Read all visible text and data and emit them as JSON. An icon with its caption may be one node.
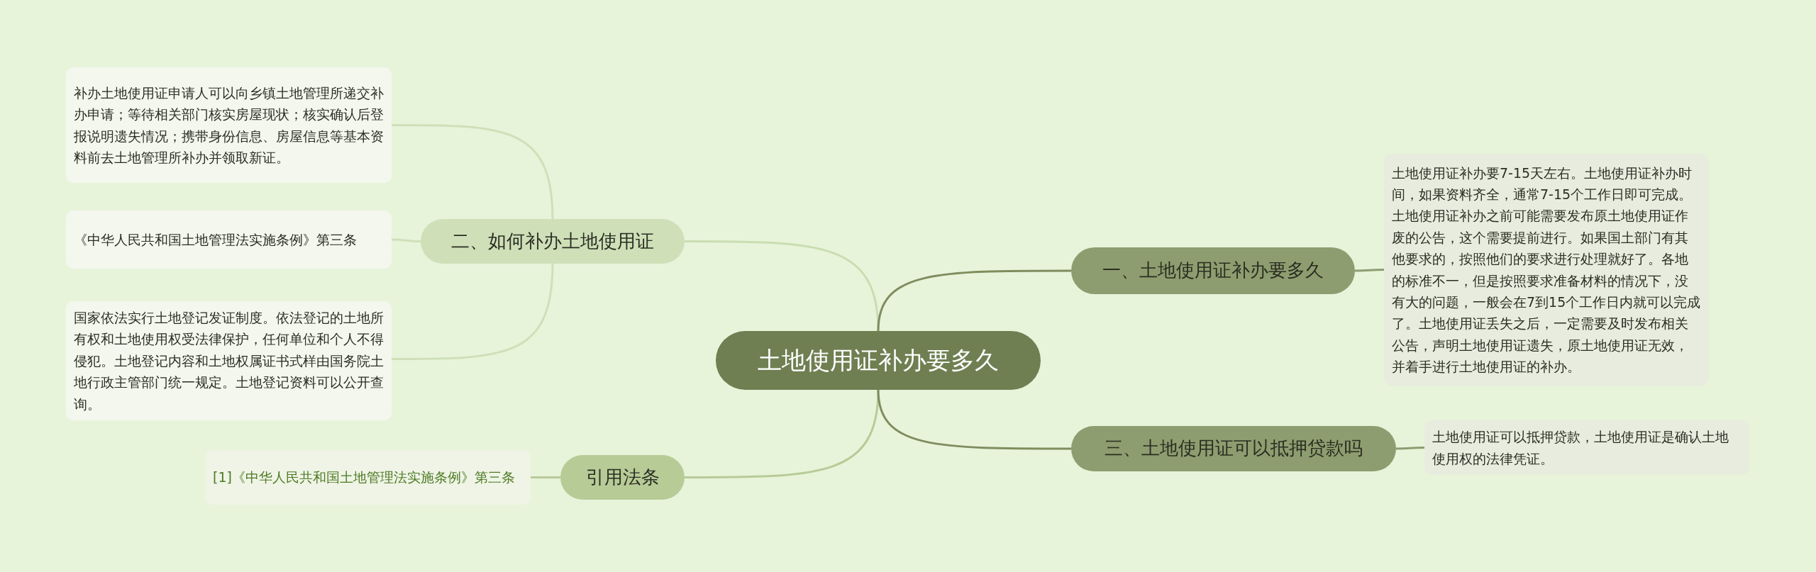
{
  "diagram": {
    "nodes": [
      {
        "text": [
          "土地使用证补办要多久"
        ]
      },
      {
        "text": [
          "二、如何补办土地使用证"
        ]
      },
      {
        "text": [
          "补办土地使用证申请人可以向乡镇土地管理所递交补办申请；等待相关部门核实房屋现状；核实确认后登报说明遗失情况；携带身份信息、房屋信息等基本资料前去土地管理所补办并领取新证。"
        ]
      },
      {
        "text": [
          "《中华人民共和国土地管理法实施条例》第三条"
        ]
      },
      {
        "text": [
          "国家依法实行土地登记发证制度。依法登记的土地所有权和土地使用权受法律保护，任何单位和个人不得侵犯。土地登记内容和土地权属证书式样由国务院土地行政主管部门统一规定。土地登记资料可以公开查询。"
        ]
      },
      {
        "text": [
          "引用法条"
        ]
      },
      {
        "text": [
          "[1]《中华人民共和国土地管理法实施条例》第三条"
        ]
      },
      {
        "text": [
          "一、土地使用证补办要多久"
        ]
      },
      {
        "text": [
          "土地使用证补办要7-15天左右。土地使用证补办时间，如果资料齐全，通常7-15个工作日即可完成。土地使用证补办之前可能需要发布原土地使用证作废的公告，这个需要提前进行。如果国土部门有其他要求的，按照他们的要求进行处理就好了。各地的标准不一，但是按照要求准备材料的情况下，没有大的问题，一般会在7到15个工作日内就可以完成了。土地使用证丢失之后，一定需要及时发布相关公告，声明土地使用证遗失，原土地使用证无效，并着手进行土地使用证的补办。"
        ]
      },
      {
        "text": [
          "三、土地使用证可以抵押贷款吗"
        ]
      },
      {
        "text": [
          "土地使用证可以抵押贷款，土地使用证是确认土地使用权的法律凭证。"
        ]
      }
    ],
    "edges": [
      {
        "from": 0,
        "to": 1,
        "arrow": "none",
        "color": "#c9ddb2"
      },
      {
        "from": 1,
        "to": 2,
        "arrow": "none",
        "color": "#cfe0b9"
      },
      {
        "from": 1,
        "to": 3,
        "arrow": "none",
        "color": "#cfe0b9"
      },
      {
        "from": 1,
        "to": 4,
        "arrow": "none",
        "color": "#cfe0b9"
      },
      {
        "from": 0,
        "to": 5,
        "arrow": "none",
        "color": "#b7cb97"
      },
      {
        "from": 5,
        "to": 6,
        "arrow": "none",
        "color": "#b7cb97"
      },
      {
        "from": 0,
        "to": 7,
        "arrow": "none",
        "color": "#7f8d5f"
      },
      {
        "from": 7,
        "to": 8,
        "arrow": "none",
        "color": "#8e9d6f"
      },
      {
        "from": 0,
        "to": 9,
        "arrow": "none",
        "color": "#7f8d5f"
      },
      {
        "from": 9,
        "to": 10,
        "arrow": "none",
        "color": "#8e9d6f"
      }
    ]
  }
}
